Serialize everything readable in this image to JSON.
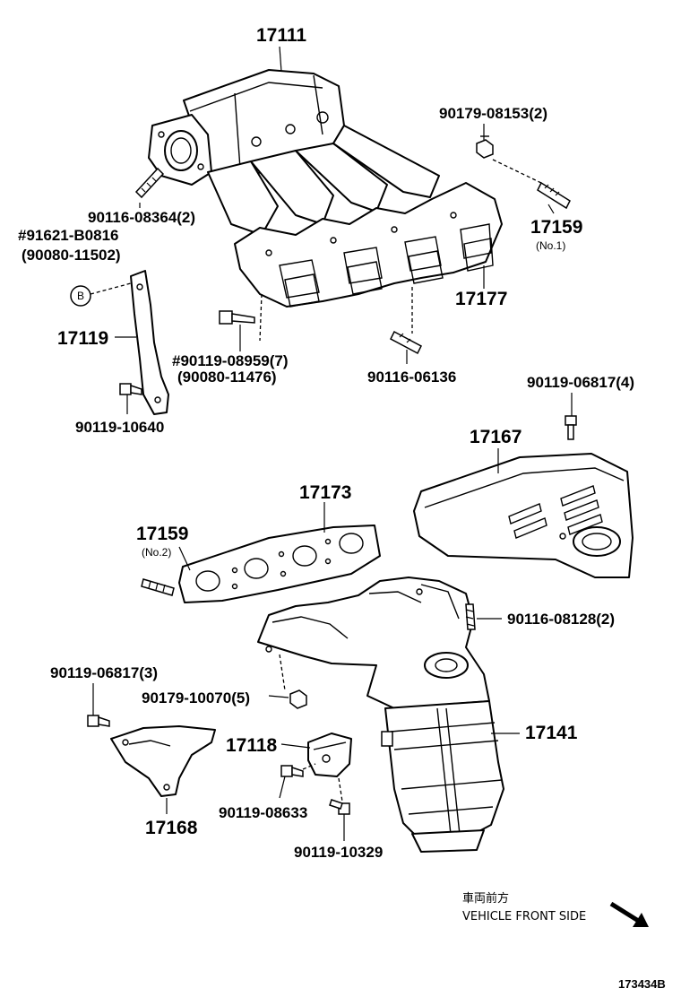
{
  "parts": {
    "p17111": "17111",
    "p90179_08153": "90179-08153(2)",
    "p90116_08364": "90116-08364(2)",
    "p17159_no1": "17159",
    "p17159_no1_sub": "(No.1)",
    "p91621": "#91621-B0816",
    "p90080_11502": "(90080-11502)",
    "p17177": "17177",
    "p_b_marker": "B",
    "p17119": "17119",
    "p90119_08959": "#90119-08959(7)",
    "p90080_11476": "(90080-11476)",
    "p90116_06136": "90116-06136",
    "p90119_10640": "90119-10640",
    "p90119_06817_4": "90119-06817(4)",
    "p17167": "17167",
    "p17173": "17173",
    "p17159_no2": "17159",
    "p17159_no2_sub": "(No.2)",
    "p90116_08128": "90116-08128(2)",
    "p90119_06817_3": "90119-06817(3)",
    "p90179_10070": "90179-10070(5)",
    "p17141": "17141",
    "p17118": "17118",
    "p90119_08633": "90119-08633",
    "p17168": "17168",
    "p90119_10329": "90119-10329"
  },
  "footer": {
    "front_jp": "車両前方",
    "front_en": "VEHICLE FRONT SIDE",
    "code": "173434B"
  }
}
